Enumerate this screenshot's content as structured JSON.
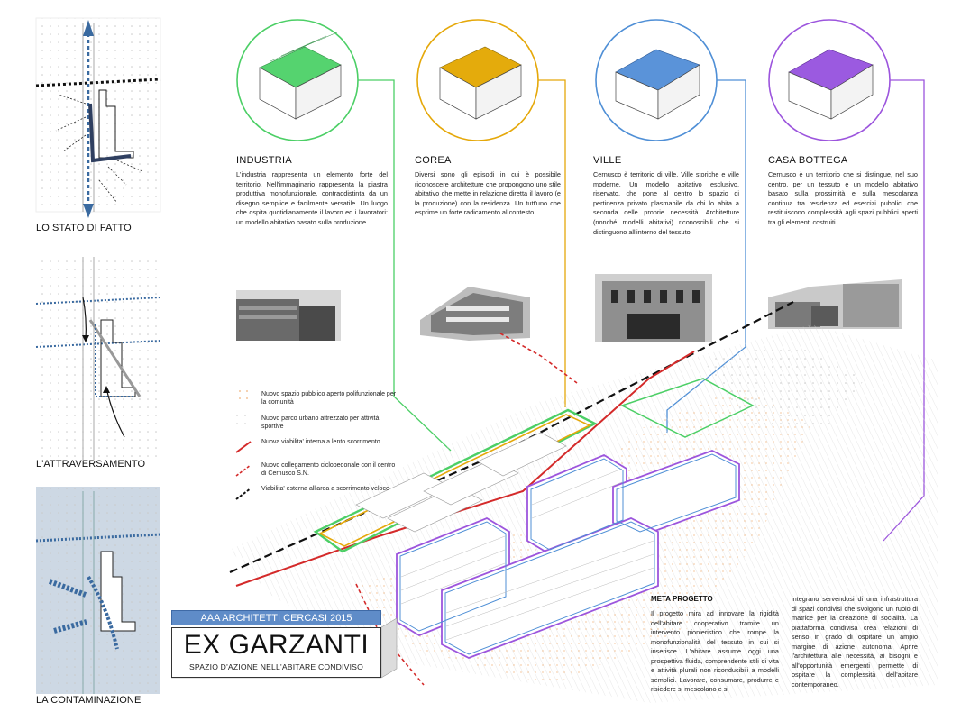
{
  "sidebar": {
    "labels": [
      "LO STATO DI FATTO",
      "L'ATTRAVERSAMENTO",
      "LA CONTAMINAZIONE"
    ]
  },
  "categories": [
    {
      "title": "INDUSTRIA",
      "color": "#4ccf66",
      "text": "L'industria rappresenta un elemento forte del territorio. Nell'immaginario rappresenta la piastra produttiva monofunzionale, contraddistinta da un disegno semplice e facilmente versatile. Un luogo che ospita quotidianamente il lavoro ed i lavoratori: un modello abitativo basato sulla produzione."
    },
    {
      "title": "COREA",
      "color": "#e5a80a",
      "text": "Diversi sono gli episodi in cui è possibile riconoscere architetture che propongono uno stile abitativo che mette in relazione diretta il lavoro (e la produzione) con la residenza. Un tutt'uno che esprime un forte radicamento al contesto."
    },
    {
      "title": "VILLE",
      "color": "#4f8fd6",
      "text": "Cernusco è territorio di ville. Ville storiche e ville moderne. Un modello abitativo esclusivo, riservato, che pone al centro lo spazio di pertinenza privato plasmabile da chi lo abita a seconda delle proprie necessità. Architetture (nonché modelli abitativi) riconoscibili che si distinguono all'interno del tessuto."
    },
    {
      "title": "CASA BOTTEGA",
      "color": "#9c55dd",
      "text": "Cernusco è un territorio che si distingue, nel suo centro, per un tessuto e un modello abitativo basato sulla prossimità e sulla mescolanza continua tra residenza ed esercizi pubblici che restituiscono complessità agli spazi pubblici aperti tra gli elementi costruiti."
    }
  ],
  "legend": [
    {
      "label": "Nuovo spazio pubblico aperto polifunzionale per la comunità",
      "color": "#f0b27a"
    },
    {
      "label": "Nuovo parco urbano attrezzato per attività sportive",
      "color": "#bbbbbb"
    },
    {
      "label": "Nuova viabilita' interna a lento scorrimento",
      "color": "#d42a2a"
    },
    {
      "label": "Nuovo collegamento ciclopedonale con il centro di Cernusco S.N.",
      "color": "#d42a2a"
    },
    {
      "label": "Viabilita' esterna all'area a scorrimento veloce",
      "color": "#111111"
    }
  ],
  "meta": {
    "title": "META PROGETTO",
    "col1": "Il progetto mira ad innovare la rigidità dell'abitare cooperativo tramite un intervento pionieristico che rompe la monofunzionalità del tessuto in cui si inserisce. L'abitare assume oggi una prospettiva fluida, comprendente stili di vita e attività plurali non riconducibili a modelli semplici. Lavorare, consumare, produrre e risiedere si mescolano e si",
    "col2": "integrano servendosi di una infrastruttura di spazi condivisi che svolgono un ruolo di matrice per la creazione di socialità. La piattaforma condivisa crea relazioni di senso in grado di ospitare un ampio margine di azione autonoma. Aprire l'architettura alle necessità, ai bisogni e all'opportunità emergenti permette di ospitare la complessità dell'abitare contemporaneo."
  },
  "title_block": {
    "banner": "AAA ARCHITETTI CERCASI 2015",
    "main": "EX GARZANTI",
    "subtitle": "SPAZIO D'AZIONE NELL'ABITARE CONDIVISO"
  }
}
